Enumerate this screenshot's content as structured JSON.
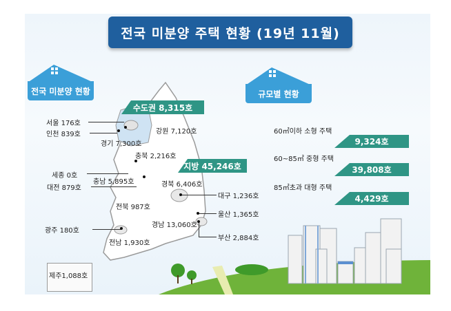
{
  "title": "전국 미분양 주택 현황 (19년 11월)",
  "colors": {
    "title_bg": "#1f5f9e",
    "house_blue": "#3b9fd8",
    "badge_teal": "#2f9585",
    "capital_area": "#cfe3f3",
    "grass": "#6fb33a"
  },
  "national_section": {
    "heading": "전국 미분양 현황",
    "capital_area": {
      "label": "수도권 8,315호"
    },
    "provinces": {
      "label": "지방 45,246호"
    },
    "regions": [
      {
        "name": "서울",
        "value": "서울  176호"
      },
      {
        "name": "인천",
        "value": "인천 839호"
      },
      {
        "name": "경기",
        "value": "경기 7,300호"
      },
      {
        "name": "강원",
        "value": "강원 7,120호"
      },
      {
        "name": "충북",
        "value": "충북 2,216호"
      },
      {
        "name": "세종",
        "value": "세종 0호"
      },
      {
        "name": "충남",
        "value": "충남 5,895호"
      },
      {
        "name": "대전",
        "value": "대전 879호"
      },
      {
        "name": "경북",
        "value": "경북 6,406호"
      },
      {
        "name": "대구",
        "value": "대구 1,236호"
      },
      {
        "name": "전북",
        "value": "전북 987호"
      },
      {
        "name": "울산",
        "value": "울산 1,365호"
      },
      {
        "name": "경남",
        "value": "경남 13,060호"
      },
      {
        "name": "광주",
        "value": "광주 180호"
      },
      {
        "name": "부산",
        "value": "부산 2,884호"
      },
      {
        "name": "전남",
        "value": "전남 1,930호"
      },
      {
        "name": "제주",
        "value": "제주1,088호"
      }
    ]
  },
  "size_section": {
    "heading": "규모별 현황",
    "items": [
      {
        "label": "60㎡이하 소형 주택",
        "value": "9,324호"
      },
      {
        "label": "60~85㎡ 중형 주택",
        "value": "39,808호"
      },
      {
        "label": "85㎡초과 대형 주택",
        "value": "4,429호"
      }
    ]
  }
}
